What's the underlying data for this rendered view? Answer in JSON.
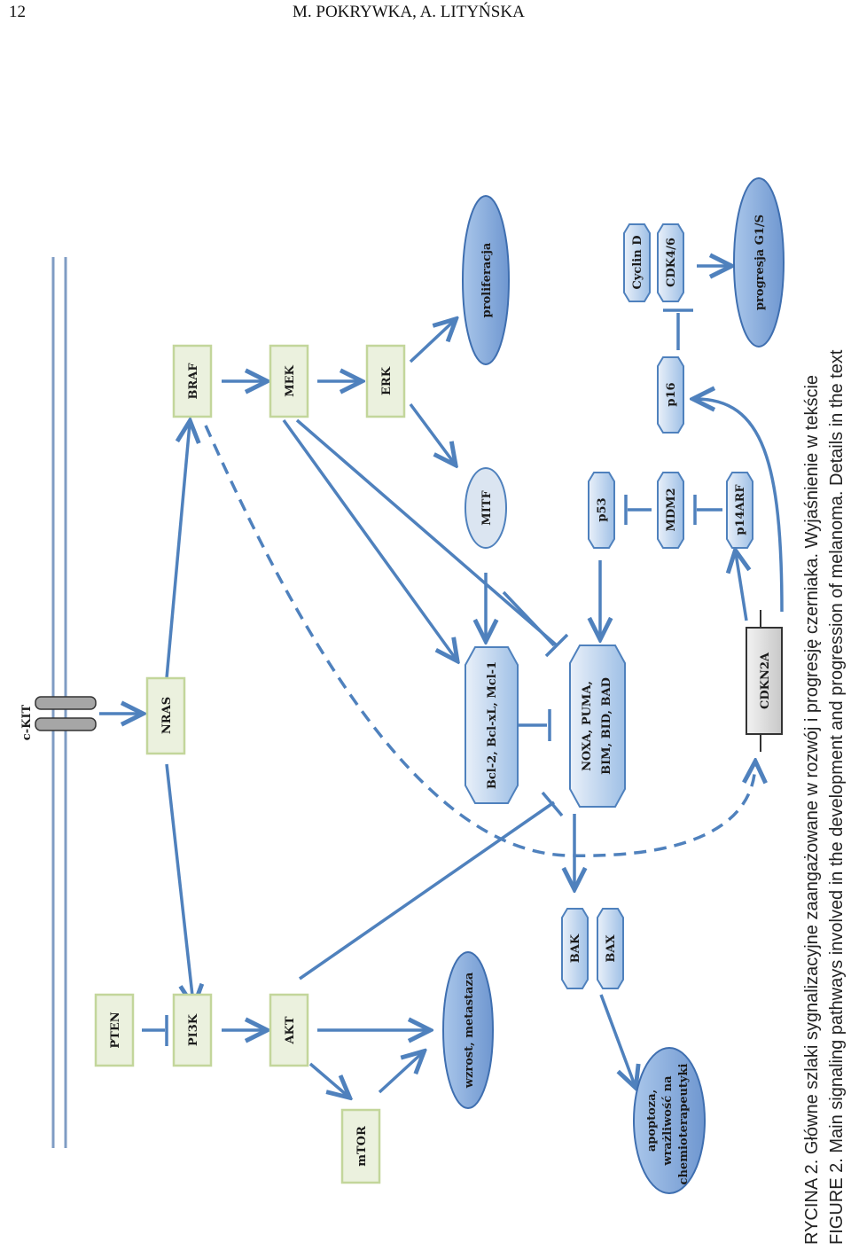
{
  "header": {
    "page_number": "12",
    "authors": "M. POKRYWKA, A. LITYŃSKA"
  },
  "receptor": {
    "label": "c-KIT"
  },
  "nodes": {
    "nras": "NRAS",
    "braf": "BRAF",
    "mek": "MEK",
    "erk": "ERK",
    "pten": "PTEN",
    "pi3k": "PI3K",
    "akt": "AKT",
    "mtor": "mTOR",
    "mitf": "MITF",
    "bcl": "Bcl-2, Bcl-xL, Mcl-1",
    "noxa_line1": "NOXA, PUMA,",
    "noxa_line2": "BIM, BID, BAD",
    "bak": "BAK",
    "bax": "BAX",
    "p53": "p53",
    "mdm2": "MDM2",
    "p14arf": "p14ARF",
    "cdkn2a": "CDKN2A",
    "p16": "p16",
    "cyclind": "Cyclin D",
    "cdk46": "CDK4/6"
  },
  "outcomes": {
    "proliferacja": "proliferacja",
    "wzrost": "wzrost, metastaza",
    "apoptoza_line1": "apoptoza,",
    "apoptoza_line2": "wrażliwość na",
    "apoptoza_line3": "chemioterapeutyki",
    "progresja": "progresja G1/S"
  },
  "caption": {
    "pl": "RYCINA 2. Główne szlaki sygnalizacyjne zaangażowane w rozwój i progresję czerniaka. Wyjaśnienie w tekście",
    "en": "FIGURE 2. Main signaling pathways involved in the development and progression of melanoma. Details  in the text"
  },
  "colors": {
    "arrow": "#4f81bd",
    "green_fill": "#ebf1de",
    "green_border": "#9bbb59",
    "blue_fill_light": "#dbe5f1",
    "blue_fill_dark": "#8eb4e3",
    "grey_fill": "#d9d9d9"
  }
}
